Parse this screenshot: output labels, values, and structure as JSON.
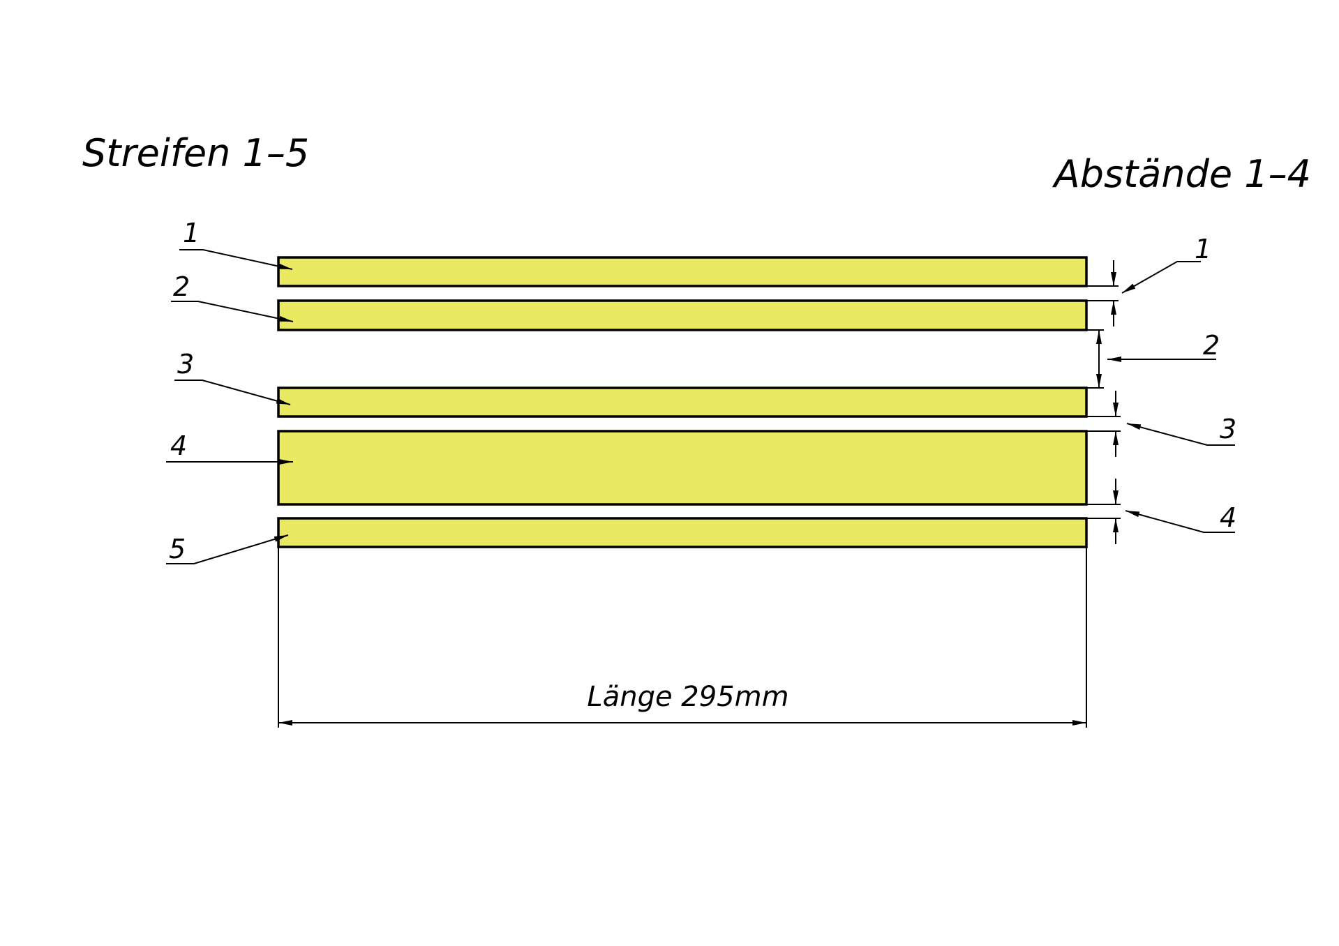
{
  "titles": {
    "strips": "Streifen 1–5",
    "gaps": "Abstände 1–4"
  },
  "strip_labels": [
    "1",
    "2",
    "3",
    "4",
    "5"
  ],
  "gap_labels": [
    "1",
    "2",
    "3",
    "4"
  ],
  "length_label": "Länge 295mm",
  "colors": {
    "strip_fill": "#eaea62",
    "line": "#000000"
  }
}
